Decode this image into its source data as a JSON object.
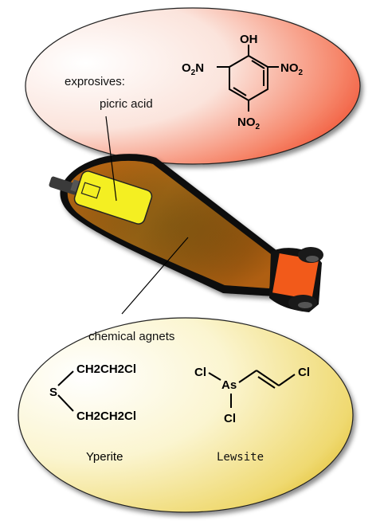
{
  "labels": {
    "explosives": "exprosives:",
    "picric_acid": "picric acid",
    "chemical_agents": "chemical agnets",
    "yperite": "Yperite",
    "lewsite": "Lewsite"
  },
  "picric": {
    "oh": "OH",
    "no2_left_a": "O",
    "no2_left_sub": "2",
    "no2_left_b": "N",
    "no2_right_a": "NO",
    "no2_right_sub": "2",
    "no2_bottom_a": "NO",
    "no2_bottom_sub": "2"
  },
  "yperite": {
    "s": "S",
    "chain_top": "CH2CH2Cl",
    "chain_bottom": "CH2CH2Cl"
  },
  "lewsite": {
    "cl_left": "Cl",
    "as": "As",
    "cl_right": "Cl",
    "cl_bottom": "Cl"
  },
  "colors": {
    "top_bubble": "#f04a2a",
    "bottom_bubble": "#e8c93a",
    "shell_body": "#8a5a10",
    "explosive_fill": "#f4ef22",
    "tail": "#f25a1a"
  }
}
